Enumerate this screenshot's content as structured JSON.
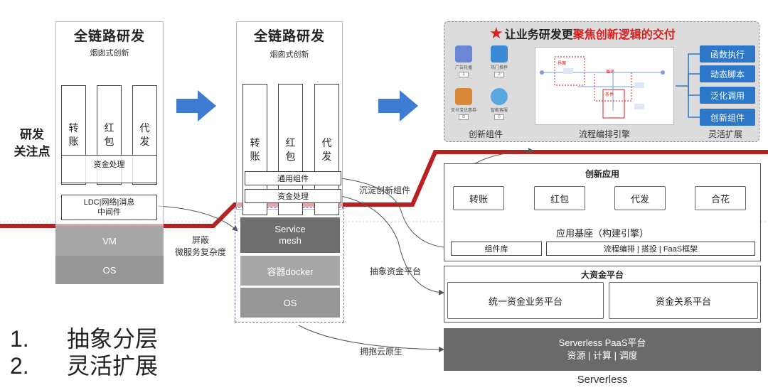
{
  "logo_text": "",
  "side": {
    "focus_line1": "研发",
    "focus_line2": "关注点"
  },
  "bottom_list": [
    {
      "num": "1.",
      "text": "抽象分层"
    },
    {
      "num": "2.",
      "text": "灵活扩展"
    }
  ],
  "stage1": {
    "title": "全链路研发",
    "subtitle": "烟囱式创新",
    "columns": [
      "转账",
      "红包",
      "代发"
    ],
    "fund": "资金处理",
    "middleware_line1": "LDC|网络|消息",
    "middleware_line2": "中间件",
    "vm": "VM",
    "os": "OS"
  },
  "stage2": {
    "title": "全链路研发",
    "subtitle": "烟囱式创新",
    "columns": [
      "转账",
      "红包",
      "代发"
    ],
    "common": "通用组件",
    "fund": "资金处理",
    "mesh_line1": "Service",
    "mesh_line2": "mesh",
    "docker": "容器docker",
    "os": "OS"
  },
  "connectors": {
    "shield_line1": "屏蔽",
    "shield_line2": "微服务复杂度",
    "precipitate": "沉淀创新组件",
    "abstract_fund": "抽象资金平台",
    "embrace_cloud": "拥抱云原生"
  },
  "stage3_top": {
    "heading_prefix": "让业务研发更",
    "heading_highlight": "聚焦创新逻辑的交付",
    "components_label": "创新组件",
    "flow_label": "流程编排引擎",
    "extend_label": "灵活扩展",
    "components": [
      {
        "name": "广告轮播",
        "count": "1",
        "color": "#6a86d6"
      },
      {
        "name": "热门推荐",
        "count": "2",
        "color": "#3a8ad6"
      },
      {
        "name": "支付宝优惠券",
        "count": "0",
        "color": "#d98a3a"
      },
      {
        "name": "智能客服",
        "count": "0",
        "color": "#59a8e0"
      }
    ],
    "extensions": [
      "函数执行",
      "动态脚本",
      "泛化调用",
      "创新组件"
    ],
    "flow_tags": [
      "界面",
      "循环",
      "条件"
    ]
  },
  "stage3_bottom": {
    "innovation_title": "创新应用",
    "apps": [
      "转账",
      "红包",
      "代发",
      "合花"
    ],
    "base_label": "应用基座（构建引擎）",
    "lib": "组件库",
    "framework": "流程编排 | 搭投 | FaaS框架",
    "fund_title": "大资金平台",
    "fund_platforms": [
      "统一资金业务平台",
      "资金关系平台"
    ],
    "paas_line1": "Serverless PaaS平台",
    "paas_line2": "资源 | 计算 | 调度",
    "footer": "Serverless"
  },
  "colors": {
    "red_line": "#b72121",
    "arrow_blue": "#3f7bd0",
    "ext_blue": "#2d77c9",
    "highlight_red": "#d61f1f"
  }
}
